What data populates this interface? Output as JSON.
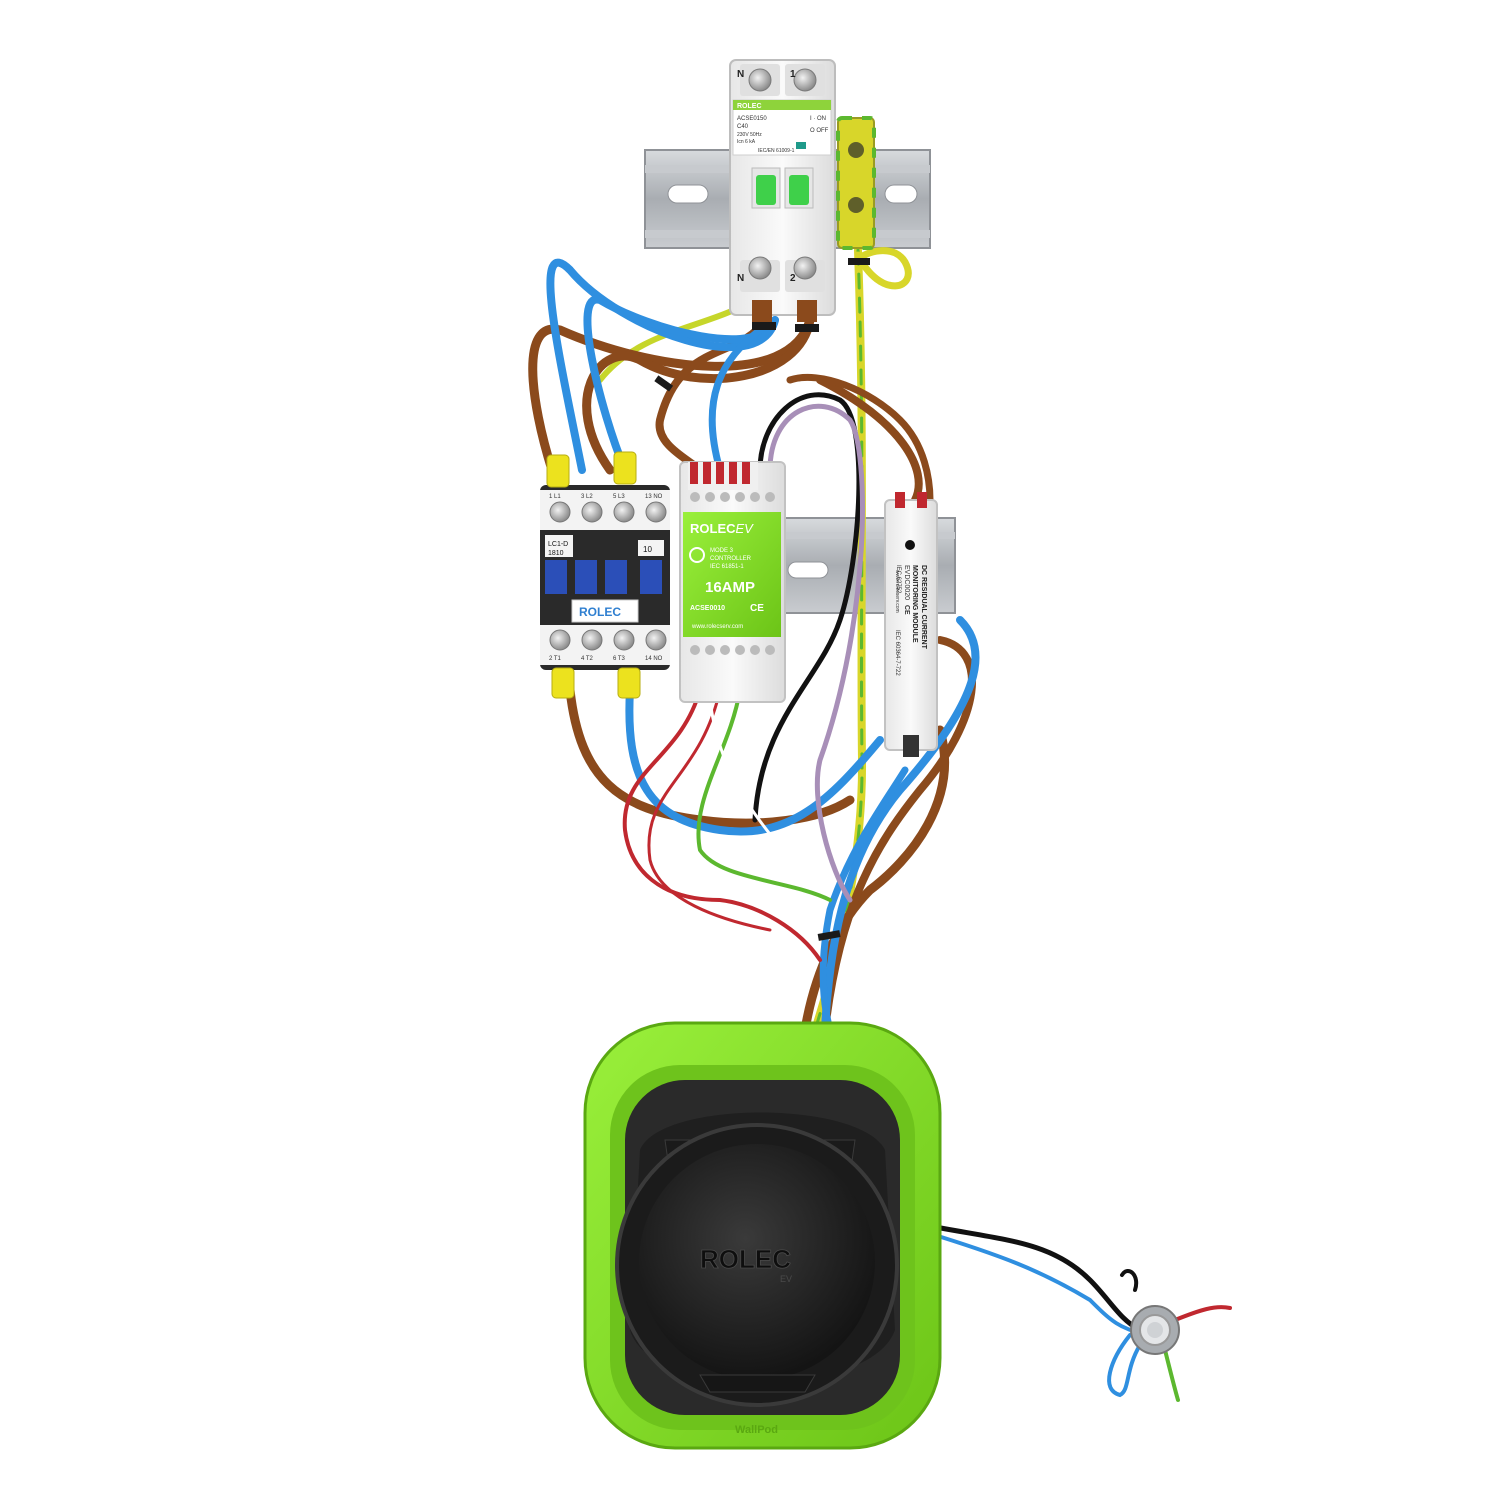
{
  "colors": {
    "background": "#ffffff",
    "din_rail": "#b9bcc0",
    "module_body": "#f2f2f2",
    "brand_green": "#7ed321",
    "wallpod_green": "#86e02a",
    "socket_black": "#1c1c1c",
    "wire_blue": "#2f8fe0",
    "wire_brown": "#8b4a1c",
    "wire_earth_yellow": "#d8d62a",
    "wire_earth_green": "#5cb82f",
    "wire_red": "#c0282f",
    "wire_black": "#111111",
    "wire_grey": "#a88fb8"
  },
  "rcbo": {
    "terminal_n_top": "N",
    "terminal_1": "1",
    "terminal_n_bottom": "N",
    "terminal_2": "2",
    "brand": "ROLEC",
    "part_number": "ACSE0150",
    "rating": "C40",
    "voltage": "230V 50Hz",
    "spec": "Icn 6 kA",
    "standard": "IEC/EN 61009-1",
    "on_label": "I · ON",
    "off_label": "O OFF"
  },
  "contactor": {
    "model": "LC1-D",
    "model_rating": "1810",
    "aux": "10",
    "brand": "ROLEC",
    "top_terminals": [
      "1 L1",
      "3 L2",
      "5 L3",
      "13 NO"
    ],
    "bottom_terminals": [
      "2 T1",
      "4 T2",
      "6 T3",
      "14 NO"
    ]
  },
  "controller": {
    "brand": "ROLEC",
    "brand_suffix": "EV",
    "line1": "MODE 3",
    "line2": "CONTROLLER",
    "line3": "IEC 61851-1",
    "rating": "16AMP",
    "part_number": "ACSE0010",
    "ce_mark": "CE",
    "website": "www.rolecserv.com"
  },
  "rcm_module": {
    "line1": "DC RESIDUAL CURRENT",
    "line2": "MONITORING MODULE",
    "ce_mark": "CE",
    "part_number": "EVDC0020",
    "standard1": "IEC 62752",
    "standard2": "IEC 60364-7-722",
    "website": "www.rolecserv.com"
  },
  "socket": {
    "brand": "ROLEC",
    "brand_suffix": "EV",
    "housing_label": "WallPod"
  }
}
